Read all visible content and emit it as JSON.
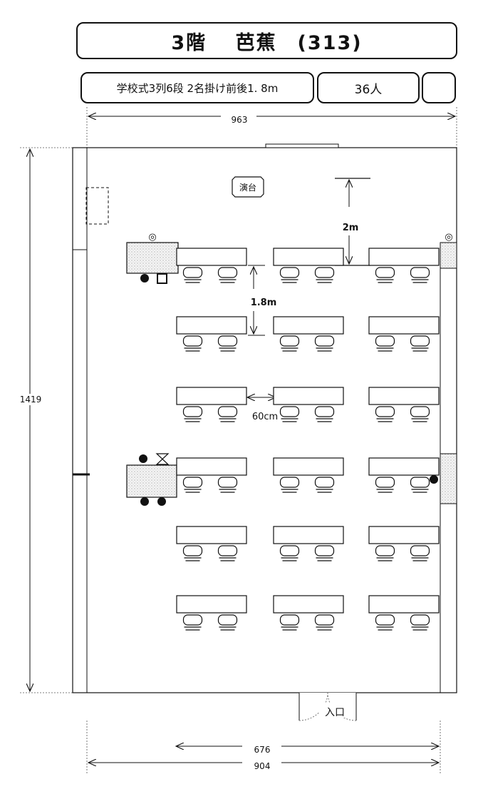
{
  "header": {
    "title": "3階　 芭蕉　(313)",
    "layout_desc": "学校式3列6段 2名掛け前後1. 8m",
    "capacity": "36人",
    "blank": ""
  },
  "dimensions": {
    "room_width": "963",
    "room_height": "1419",
    "inner_width": "676",
    "floor_width": "904",
    "front_gap": "2m",
    "row_spacing": "1.8m",
    "aisle_width": "60cm"
  },
  "room": {
    "podium_label": "演台",
    "entrance_label": "入口"
  },
  "symbols": {
    "outlet": "◎"
  },
  "seating": {
    "columns": 3,
    "rows": 6,
    "seats_per_table": 2
  }
}
